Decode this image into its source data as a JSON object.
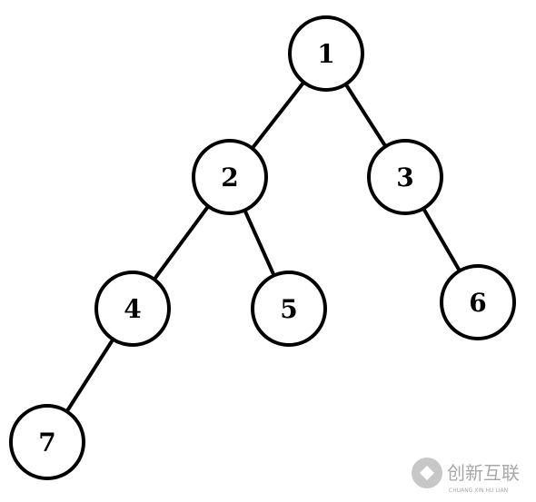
{
  "tree": {
    "nodes": [
      {
        "id": "1",
        "label": "1"
      },
      {
        "id": "2",
        "label": "2"
      },
      {
        "id": "3",
        "label": "3"
      },
      {
        "id": "4",
        "label": "4"
      },
      {
        "id": "5",
        "label": "5"
      },
      {
        "id": "6",
        "label": "6"
      },
      {
        "id": "7",
        "label": "7"
      }
    ],
    "edges": [
      {
        "from": "1",
        "to": "2"
      },
      {
        "from": "1",
        "to": "3"
      },
      {
        "from": "2",
        "to": "4"
      },
      {
        "from": "2",
        "to": "5"
      },
      {
        "from": "3",
        "to": "6"
      },
      {
        "from": "4",
        "to": "7"
      }
    ]
  },
  "watermark": {
    "brand": "创新互联",
    "sub": "CHUANG XIN HU LIAN"
  },
  "colors": {
    "stroke": "#000000",
    "background": "#ffffff",
    "watermark": "#8a8a8a"
  }
}
